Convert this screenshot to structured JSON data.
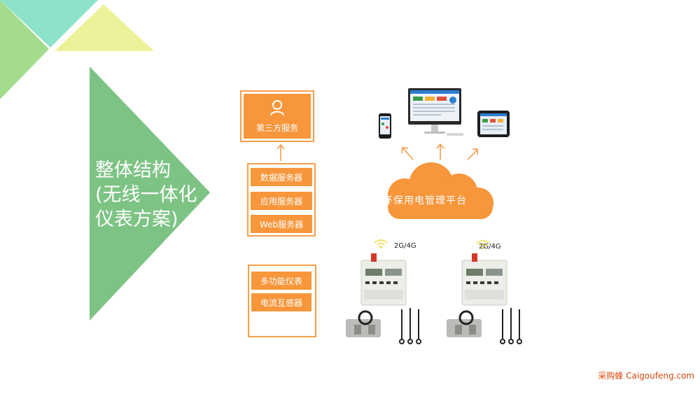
{
  "slide": {
    "title": "整体结构\n(无线一体化\n仪表方案)"
  },
  "third_party": {
    "label": "第三方服务",
    "icon": "user-icon"
  },
  "servers": [
    {
      "label": "数据服务器"
    },
    {
      "label": "应用服务器"
    },
    {
      "label": "Web服务器"
    }
  ],
  "devices": [
    {
      "label": "多功能仪表"
    },
    {
      "label": "电流互感器"
    }
  ],
  "platform": {
    "label": "环保用电管理平台",
    "icon": "cloud-icon"
  },
  "network": {
    "left": "2G/4G",
    "right": "2G/4G"
  },
  "watermark": {
    "cn": "采购蜂",
    "en": "Caigoufeng.com"
  },
  "colors": {
    "accent": "#f7963a",
    "triangle_green": "#7dc384",
    "triangle_light_green": "#a3dc8c",
    "triangle_teal": "#8de3c9",
    "triangle_yellow": "#edf19a"
  }
}
